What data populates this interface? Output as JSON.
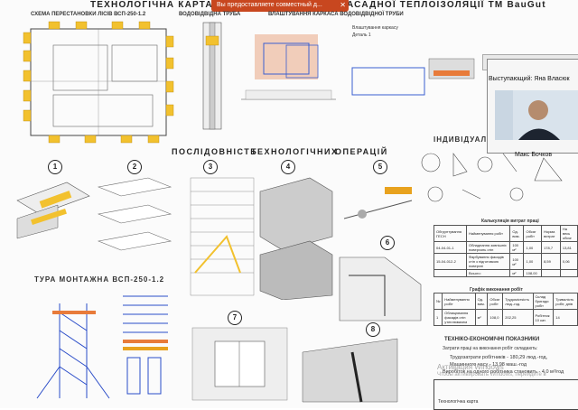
{
  "title": {
    "left": "ТЕХНОЛОГІЧНА КАРТА НА",
    "right": "АСАДНОЇ ТЕПЛОІЗОЛЯЦІЇ ТМ BauGut"
  },
  "banner": {
    "text": "Вы предоставляете совместный д...",
    "close": "✕"
  },
  "labels": {
    "scheme": "СХЕМА ПЕРЕСТАНОВКИ ЛІСІВ ВСП-250-1.2",
    "downpipe1": "ВОДОВІДВІДНА ТРУБА",
    "frame": "ВЛАШТУВАННЯ КАРКАСА ВОДОВІДВІДНОЇ ТРУБИ",
    "sequence": [
      "ПОСЛІДОВНІСТЬ",
      "ТЕХНОЛОГІЧНИХ",
      "ОПЕРАЦІЙ"
    ],
    "tower": "ТУРА МОНТАЖНА ВСП-250-1.2",
    "individual": "ІНДИВІДУАЛЬН",
    "materials": "Калькуляція витрат праці",
    "schedule": "Графік виконання робіт",
    "tep": "ТЕХНІКО-ЕКОНОМІЧНІ ПОКАЗНИКИ",
    "tep_note": "Затрати праці на виконання робіт складають:",
    "tep_line1": "Трудозатрати робітників - 180,29 люд.-год,",
    "tep_line2": "Машинного часу - 13,98 маш.-год",
    "tep_line3": "Виробіток на одного робітника становить - 4,0 м²/год",
    "stamp": "Технологічна карта",
    "win1": "Активация Windows",
    "win2": "Чтобы активировать Windows, перейдите в"
  },
  "steps": [
    "1",
    "2",
    "3",
    "4",
    "5",
    "6",
    "7",
    "8"
  ],
  "panel": {
    "speaker": "Выступающий: Яна Власюк",
    "participant": "Макс Бочков"
  },
  "table": {
    "headers": [
      "Обгрунтування ГЕСН",
      "Найменування робіт",
      "Од. вим.",
      "Обсяг робіт",
      "Норма витрат",
      "На весь обсяг"
    ],
    "rows": [
      [
        "04-04-01-1",
        "Обладнання зовнішніх поверхонь стін",
        "100 м²",
        "1,00",
        "178,7",
        "13,81"
      ],
      [
        "15-04-012-2",
        "Фарбування фасадів стін з підготовкою поверхні",
        "100 м²",
        "1,00",
        "8,59",
        "0,06"
      ],
      [
        "",
        "Всього:",
        "м²",
        "108,00",
        "",
        ""
      ]
    ]
  },
  "schedule": {
    "headers": [
      "№",
      "Найменування робіт",
      "Од. вим.",
      "Обсяг робіт",
      "Трудомісткість люд.-год.",
      "Склад бригади робіт",
      "Тривалість робіт, днів"
    ],
    "row": [
      "1",
      "Облицювання фасадів стін утеплювачем",
      "м²",
      "108,0",
      "202,25",
      "Робітник 10 кат.",
      "14"
    ]
  }
}
